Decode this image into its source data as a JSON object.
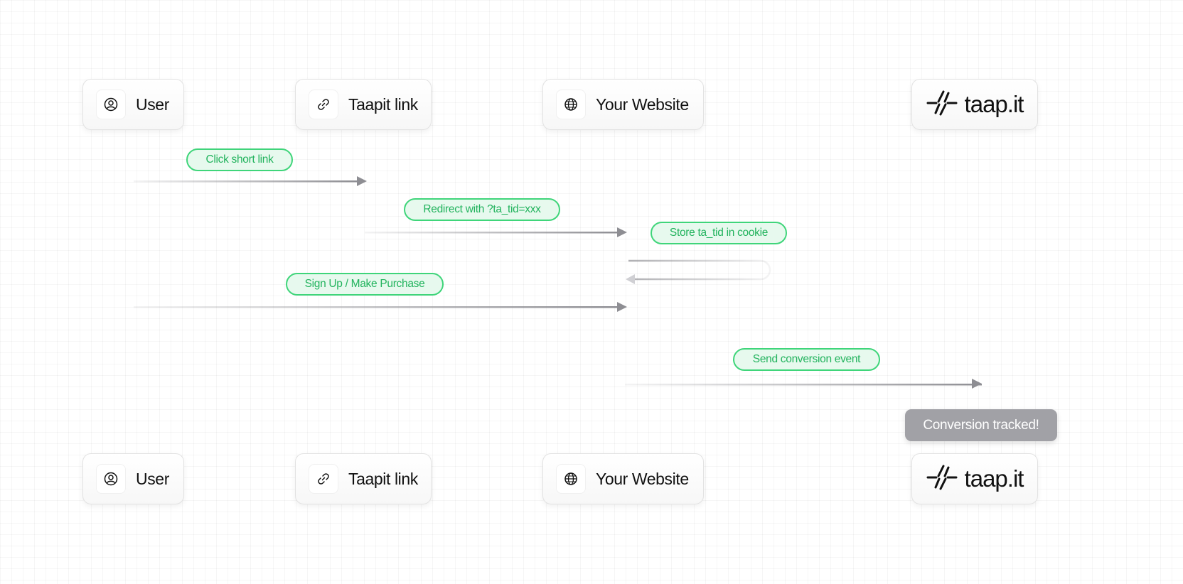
{
  "participants": [
    {
      "label": "User",
      "icon": "user-icon"
    },
    {
      "label": "Taapit link",
      "icon": "link-icon"
    },
    {
      "label": "Your Website",
      "icon": "globe-icon"
    },
    {
      "label": "taap.it",
      "icon": "taapit-logo-icon"
    }
  ],
  "messages": [
    {
      "label": "Click short link",
      "from": "User",
      "to": "Taapit link"
    },
    {
      "label": "Redirect with ?ta_tid=xxx",
      "from": "Taapit link",
      "to": "Your Website"
    },
    {
      "label": "Store ta_tid in cookie",
      "from": "Your Website",
      "to": "Your Website"
    },
    {
      "label": "Sign Up / Make Purchase",
      "from": "User",
      "to": "Your Website"
    },
    {
      "label": "Send conversion event",
      "from": "Your Website",
      "to": "taap.it"
    }
  ],
  "result": {
    "label": "Conversion tracked!"
  },
  "colors": {
    "accent_green": "#3fd57a",
    "accent_green_fill": "#e7f9ee",
    "arrow_gray": "#8e8e93",
    "toast_gray": "#a1a1a6"
  }
}
